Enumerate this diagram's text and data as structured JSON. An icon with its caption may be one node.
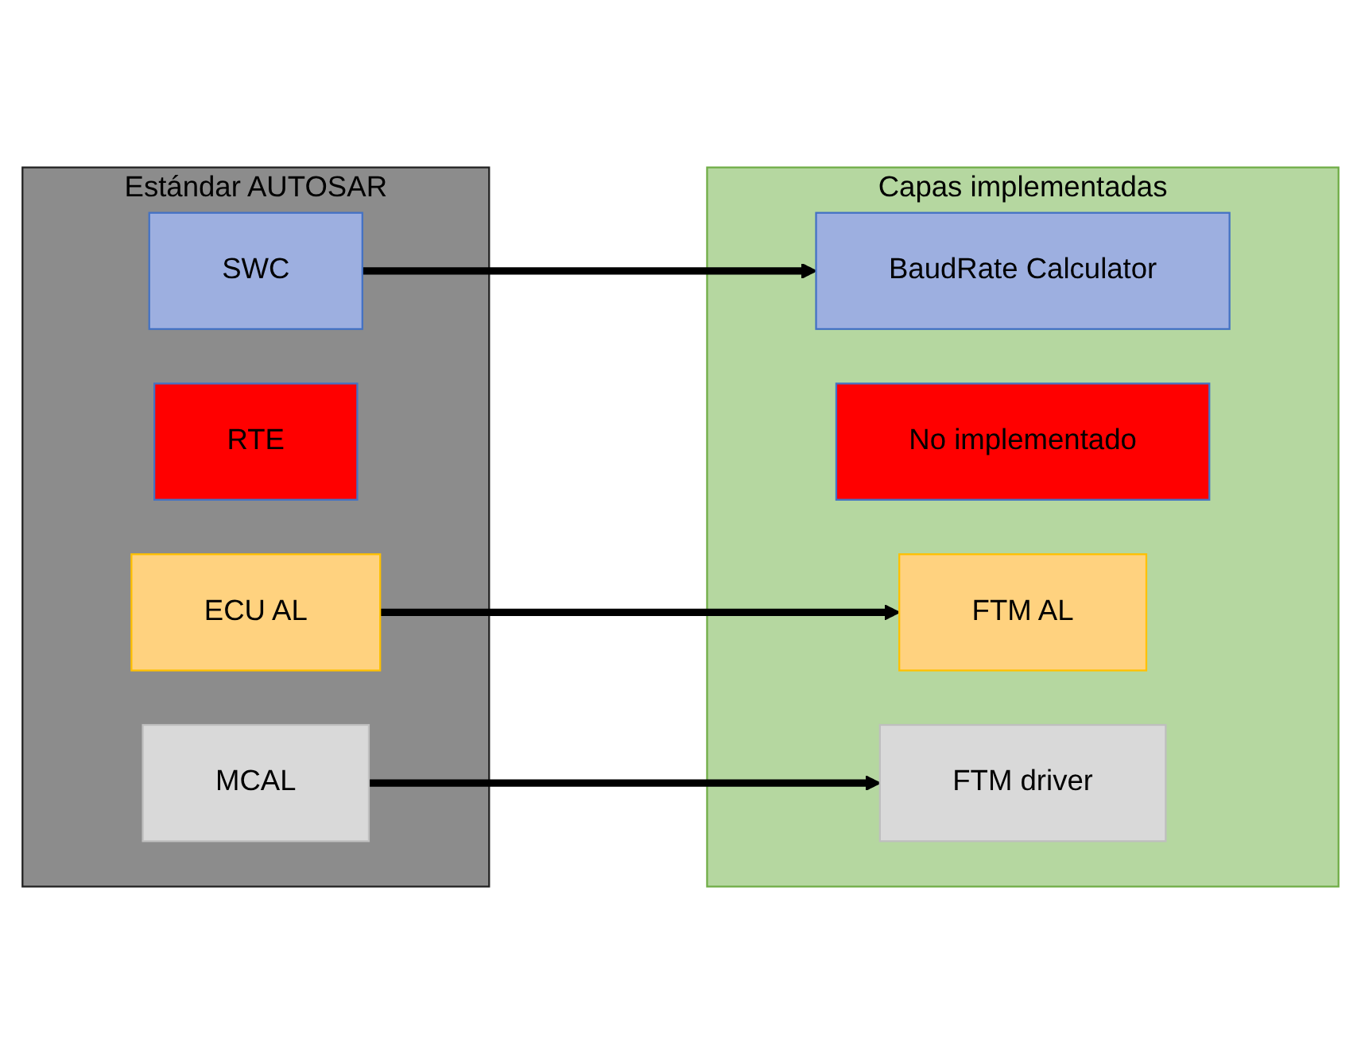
{
  "diagram": {
    "nodes": [
      {
        "text": [
          "Estándar AUTOSAR"
        ]
      },
      {
        "text": [
          "SWC"
        ],
        "in": 0
      },
      {
        "text": [
          "RTE"
        ],
        "in": 0
      },
      {
        "text": [
          "ECU AL"
        ],
        "in": 0
      },
      {
        "text": [
          "MCAL"
        ],
        "in": 0
      },
      {
        "text": [
          "Capas implementadas"
        ]
      },
      {
        "text": [
          "BaudRate Calculator"
        ],
        "in": 5
      },
      {
        "text": [
          "No implementado"
        ],
        "in": 5
      },
      {
        "text": [
          "FTM AL"
        ],
        "in": 5
      },
      {
        "text": [
          "FTM driver"
        ],
        "in": 5
      }
    ],
    "edges": [
      {
        "from": 1,
        "to": 6,
        "arrow": "to"
      },
      {
        "from": 3,
        "to": 8,
        "arrow": "to"
      },
      {
        "from": 4,
        "to": 9,
        "arrow": "to"
      }
    ]
  }
}
